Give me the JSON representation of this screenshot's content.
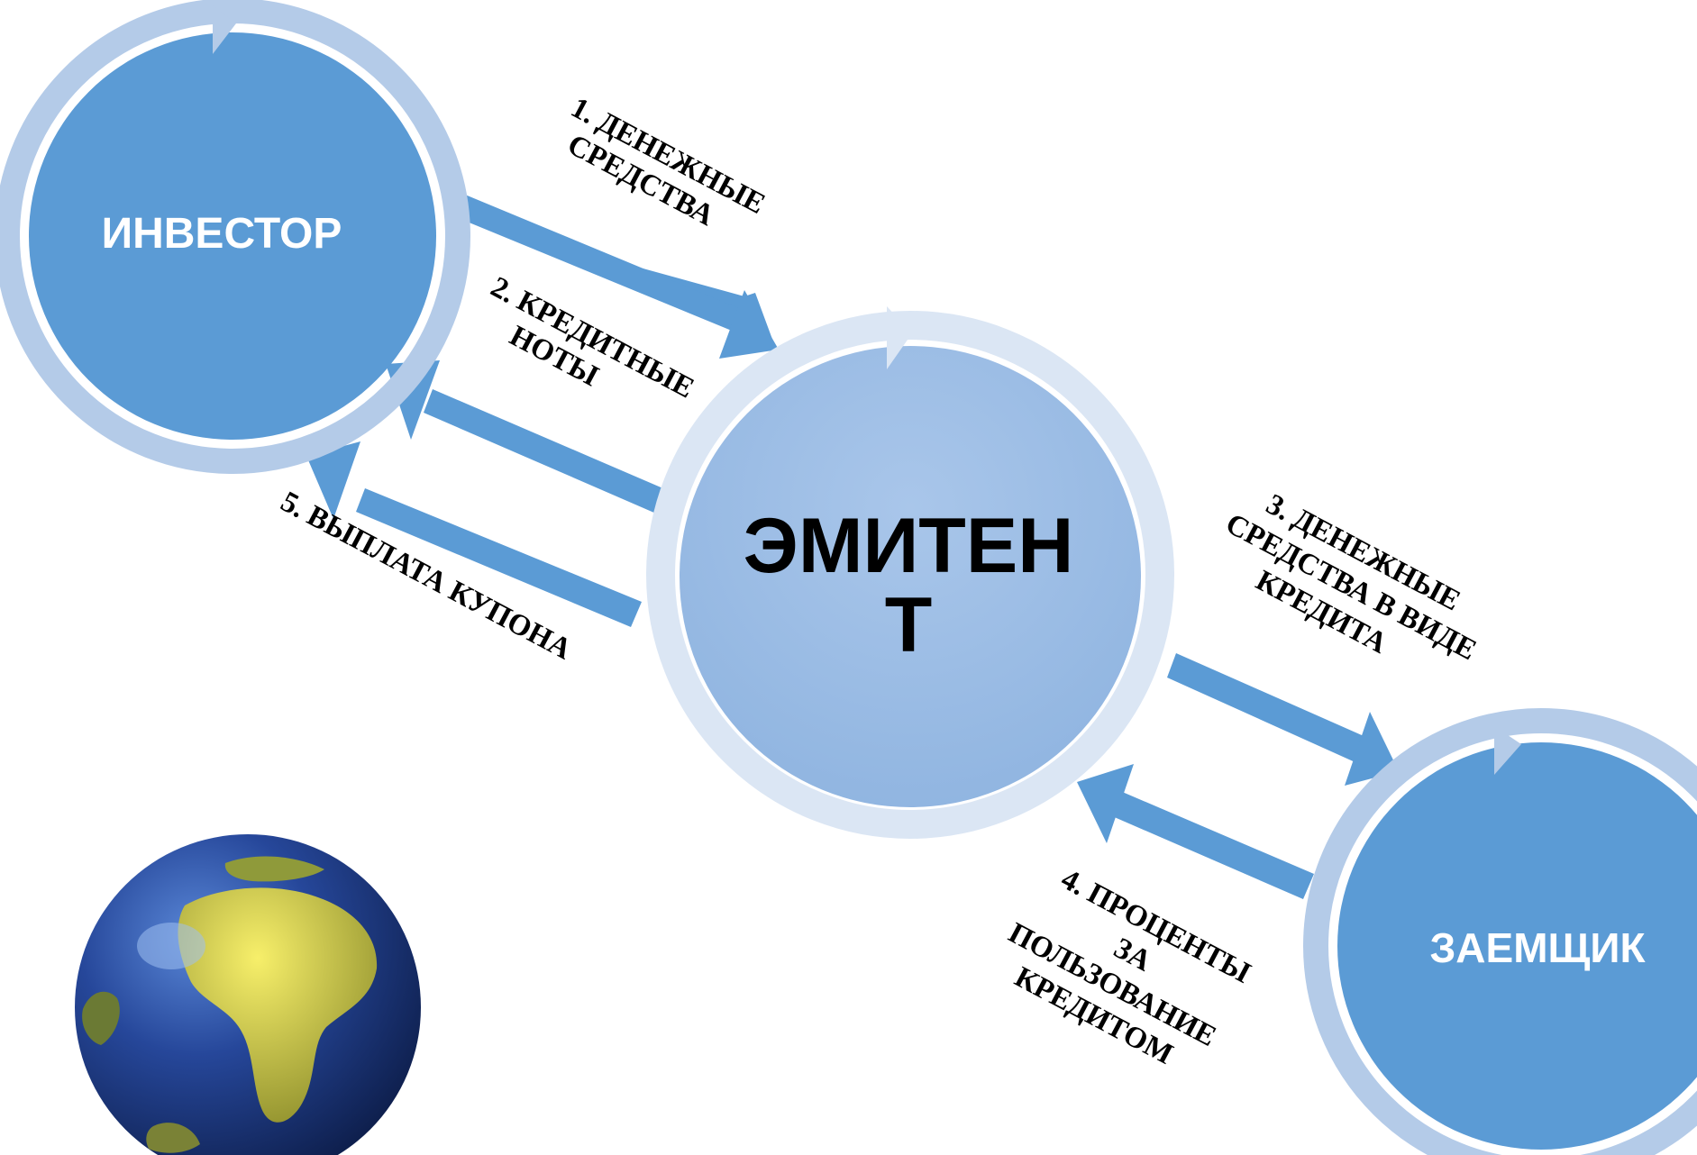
{
  "nodes": {
    "investor": {
      "label": "ИНВЕСТОР"
    },
    "emitent": {
      "label_line1": "ЭМИТЕН",
      "label_line2": "Т"
    },
    "borrower": {
      "label": "ЗАЕМЩИК"
    }
  },
  "edges": {
    "step1": {
      "line1": "1. ДЕНЕЖНЫЕ",
      "line2": "СРЕДСТВА"
    },
    "step2": {
      "line1": "2. КРЕДИТНЫЕ",
      "line2": "НОТЫ"
    },
    "step3": {
      "line1": "3. ДЕНЕЖНЫЕ",
      "line2": "СРЕДСТВА В ВИДЕ",
      "line3": "КРЕДИТА"
    },
    "step4": {
      "line1": "4. ПРОЦЕНТЫ",
      "line2": "ЗА",
      "line3": "ПОЛЬЗОВАНИЕ",
      "line4": "КРЕДИТОМ"
    },
    "step5": {
      "line1": "5. ВЫПЛАТА КУПОНА"
    }
  },
  "colors": {
    "node_fill": "#5b9bd5",
    "node_ring": "#a9c4e4",
    "emitent_fill": "#9dbde4",
    "emitent_ring": "#d5e3f3",
    "arrow": "#5b9bd5",
    "globe_ocean": "#1f3f8a",
    "globe_land": "#e8df3a"
  }
}
